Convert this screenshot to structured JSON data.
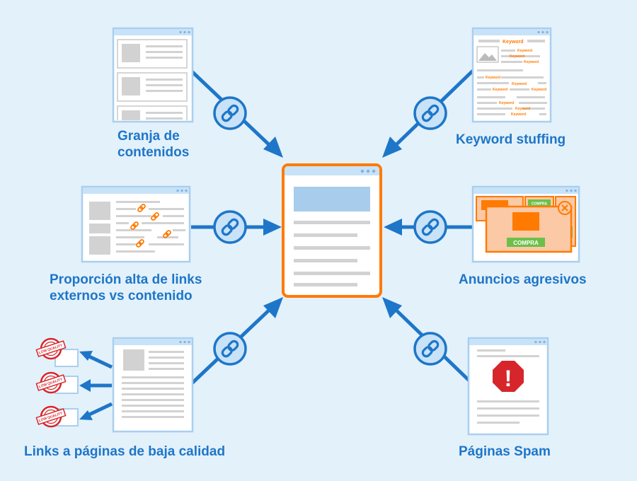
{
  "colors": {
    "background": "#e3f1fb",
    "accent_blue": "#1e76c8",
    "accent_orange": "#ff7a00",
    "page_border": "#a9cfee",
    "placeholder_gray": "#d2d2d2",
    "low_quality_red": "#d6262b",
    "ad_green": "#6cc04a"
  },
  "center_page": {
    "icon": "web-page-icon"
  },
  "link_icon": "chain-link-icon",
  "nodes": [
    {
      "id": "granja",
      "lines": [
        "Granja de",
        "contenidos"
      ]
    },
    {
      "id": "keyword",
      "lines": [
        "Keyword stuffing"
      ],
      "keyword_text": "Keyword"
    },
    {
      "id": "proporcion",
      "lines": [
        "Proporción alta de links",
        "externos vs contenido"
      ]
    },
    {
      "id": "anuncios",
      "lines": [
        "Anuncios agresivos"
      ],
      "ad_button": "COMPRA"
    },
    {
      "id": "links",
      "lines": [
        "Links a páginas de baja calidad"
      ],
      "stamp_text": "LOW QUALITY"
    },
    {
      "id": "spam",
      "lines": [
        "Páginas Spam"
      ],
      "warning_glyph": "!"
    }
  ]
}
